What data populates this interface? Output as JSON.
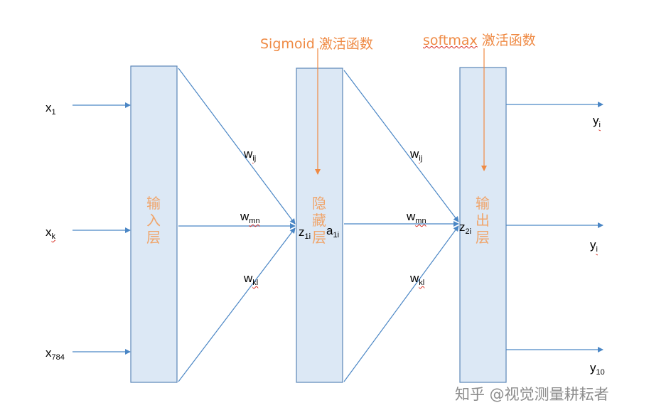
{
  "colors": {
    "layer_fill": "#dce8f5",
    "layer_stroke": "#5b86b8",
    "arrow": "#4a86c5",
    "activation_text": "#ef8a44",
    "layer_text": "#f0a56b",
    "watermark": "#8c8c8c"
  },
  "layers": {
    "input": "输入层",
    "hidden": "隐藏层",
    "output": "输出层"
  },
  "activations": {
    "hidden_fn": "Sigmoid",
    "hidden_suffix": " 激活函数",
    "output_fn": "softmax",
    "output_suffix": " 激活函数"
  },
  "inputs": [
    {
      "base": "x",
      "sub": "1"
    },
    {
      "base": "x",
      "sub": "k"
    },
    {
      "base": "x",
      "sub": "784"
    }
  ],
  "weights_input_hidden": [
    {
      "base": "w",
      "sub": "ij"
    },
    {
      "base": "w",
      "sub": "mn"
    },
    {
      "base": "w",
      "sub": "kl"
    }
  ],
  "weights_hidden_output": [
    {
      "base": "w",
      "sub": "ij"
    },
    {
      "base": "w",
      "sub": "mn"
    },
    {
      "base": "w",
      "sub": "kl"
    }
  ],
  "hidden_values": {
    "z": {
      "base": "z",
      "sub": "1i"
    },
    "a": {
      "base": "a",
      "sub": "1i"
    }
  },
  "output_values": {
    "z": {
      "base": "z",
      "sub": "2i"
    }
  },
  "outputs": [
    {
      "base": "y",
      "sub": "i"
    },
    {
      "base": "y",
      "sub": "i"
    },
    {
      "base": "y",
      "sub": "10"
    }
  ],
  "watermark": "知乎 @视觉测量耕耘者"
}
